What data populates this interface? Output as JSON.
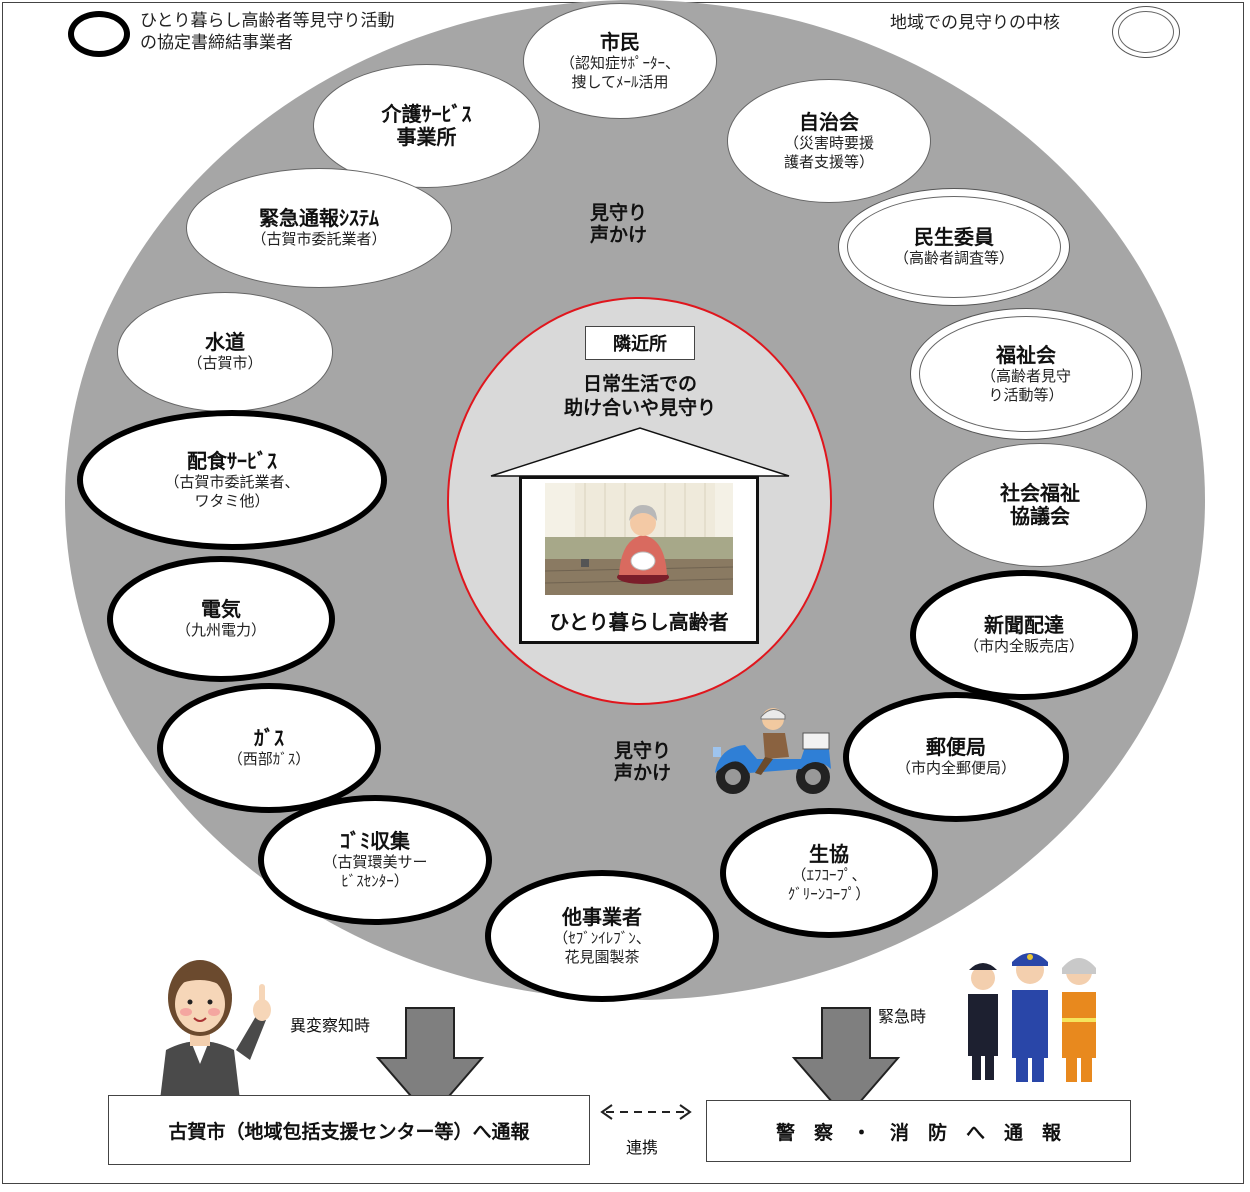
{
  "legend": {
    "left_line1": "ひとり暮らし高齢者等見守り活動",
    "left_line2": "の協定書締結事業者",
    "right": "地域での見守りの中核"
  },
  "nodes": {
    "shimin": {
      "title": "市民",
      "sub1": "（認知症ｻﾎﾟｰﾀｰ、",
      "sub2": "捜してﾒｰﾙ活用"
    },
    "kaigo": {
      "title1": "介護ｻｰﾋﾞｽ",
      "title2": "事業所"
    },
    "jichikai": {
      "title": "自治会",
      "sub1": "（災害時要援",
      "sub2": "護者支援等）"
    },
    "kinkyu": {
      "title": "緊急通報ｼｽﾃﾑ",
      "sub1": "（古賀市委託業者）"
    },
    "minsei": {
      "title": "民生委員",
      "sub1": "（高齢者調査等）"
    },
    "suido": {
      "title": "水道",
      "sub1": "（古賀市）"
    },
    "fukushikai": {
      "title": "福祉会",
      "sub1": "（高齢者見守",
      "sub2": "り活動等）"
    },
    "haishoku": {
      "title": "配食ｻｰﾋﾞｽ",
      "sub1": "（古賀市委託業者、",
      "sub2": "ワタミ他）"
    },
    "shakyo": {
      "title1": "社会福祉",
      "title2": "協議会"
    },
    "denki": {
      "title": "電気",
      "sub1": "（九州電力）"
    },
    "shinbun": {
      "title": "新聞配達",
      "sub1": "（市内全販売店）"
    },
    "gas": {
      "title": "ｶﾞｽ",
      "sub1": "（西部ｶﾞｽ）"
    },
    "yubin": {
      "title": "郵便局",
      "sub1": "（市内全郵便局）"
    },
    "gomi": {
      "title": "ｺﾞﾐ収集",
      "sub1": "（古賀環美サー",
      "sub2": "ﾋﾞｽｾﾝﾀｰ）"
    },
    "seikyo": {
      "title": "生協",
      "sub1": "（ｴﾌｺｰﾌﾟ、",
      "sub2": "ｸﾞﾘｰﾝｺｰﾌﾟ）"
    },
    "tajigyo": {
      "title": "他事業者",
      "sub1": "（ｾﾌﾞﾝｲﾚﾌﾞﾝ、",
      "sub2": "花見園製茶"
    }
  },
  "mimamori_top": {
    "line1": "見守り",
    "line2": "声かけ"
  },
  "mimamori_bottom": {
    "line1": "見守り",
    "line2": "声かけ"
  },
  "center": {
    "rinkin": "隣近所",
    "line1": "日常生活での",
    "line2": "助け合いや見守り",
    "house": "ひとり暮らし高齢者"
  },
  "left_label": "異変察知時",
  "right_label": "緊急時",
  "box_left": "古賀市（地域包括支援センター等）へ通報",
  "box_right": "警　察　・　消　防　へ　通　報",
  "renkei": "連携",
  "colors": {
    "circle": "#a6a6a6",
    "center_border": "#e0161d",
    "arrow": "#7f7f7f"
  }
}
